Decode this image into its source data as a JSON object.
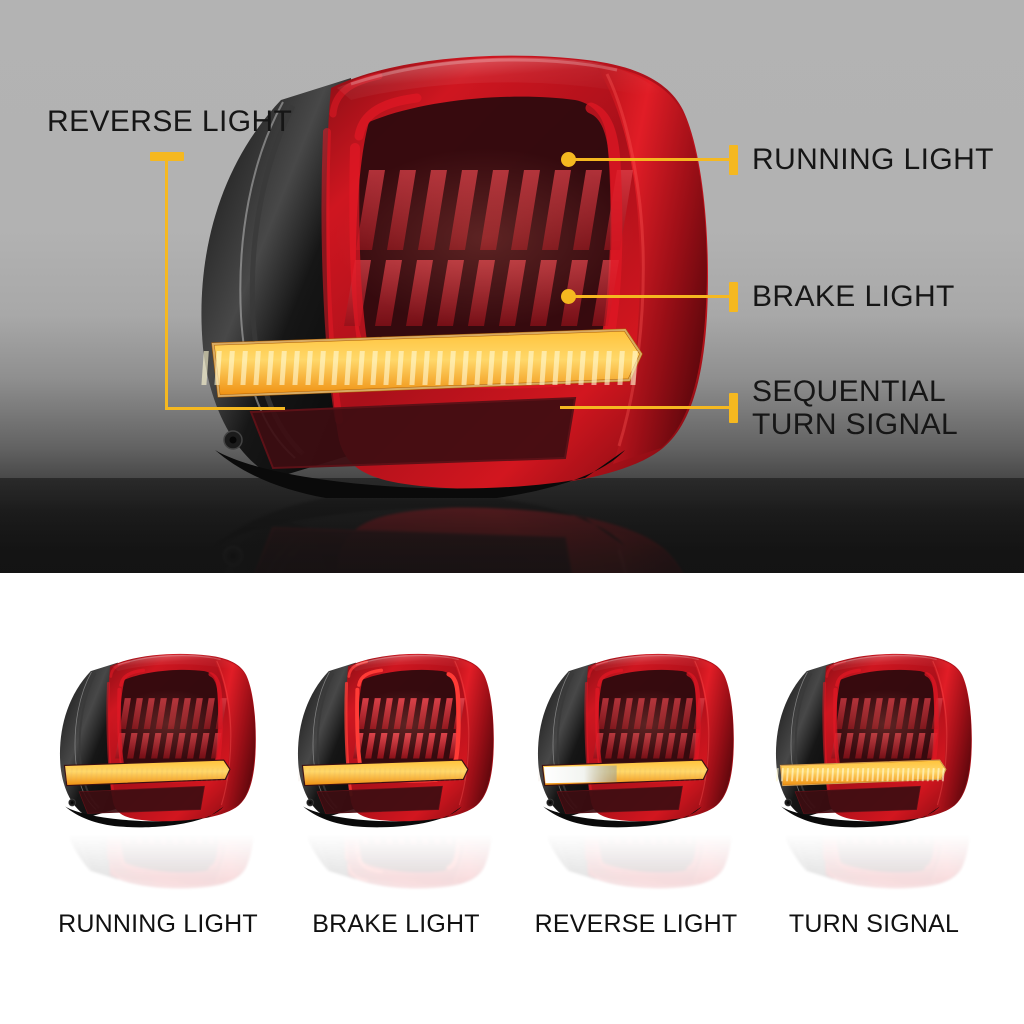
{
  "hero": {
    "callouts": [
      {
        "id": "reverse-light",
        "label": "REVERSE LIGHT",
        "side": "left",
        "accent": "#f5b820"
      },
      {
        "id": "running-light",
        "label": "RUNNING LIGHT",
        "side": "right",
        "accent": "#f5b820"
      },
      {
        "id": "brake-light",
        "label": "BRAKE LIGHT",
        "side": "right",
        "accent": "#f5b820"
      },
      {
        "id": "turn-signal",
        "label": "SEQUENTIAL\nTURN SIGNAL",
        "side": "right",
        "accent": "#f5b820"
      }
    ]
  },
  "variants": [
    {
      "id": "running-light",
      "caption": "RUNNING LIGHT",
      "mode": "running"
    },
    {
      "id": "brake-light",
      "caption": "BRAKE LIGHT",
      "mode": "brake"
    },
    {
      "id": "reverse-light",
      "caption": "REVERSE LIGHT",
      "mode": "reverse"
    },
    {
      "id": "turn-signal",
      "caption": "TURN SIGNAL",
      "mode": "turn"
    }
  ],
  "colors": {
    "accent_yellow": "#f5b820",
    "lens_red": "#c8141c",
    "lens_red_deep": "#7d0a10",
    "amber": "#f0a020",
    "housing_black": "#141414",
    "label_text": "#161616",
    "hero_bg_top": "#b3b3b3",
    "hero_bg_bottom": "#151515",
    "strip_bg": "#ffffff"
  }
}
